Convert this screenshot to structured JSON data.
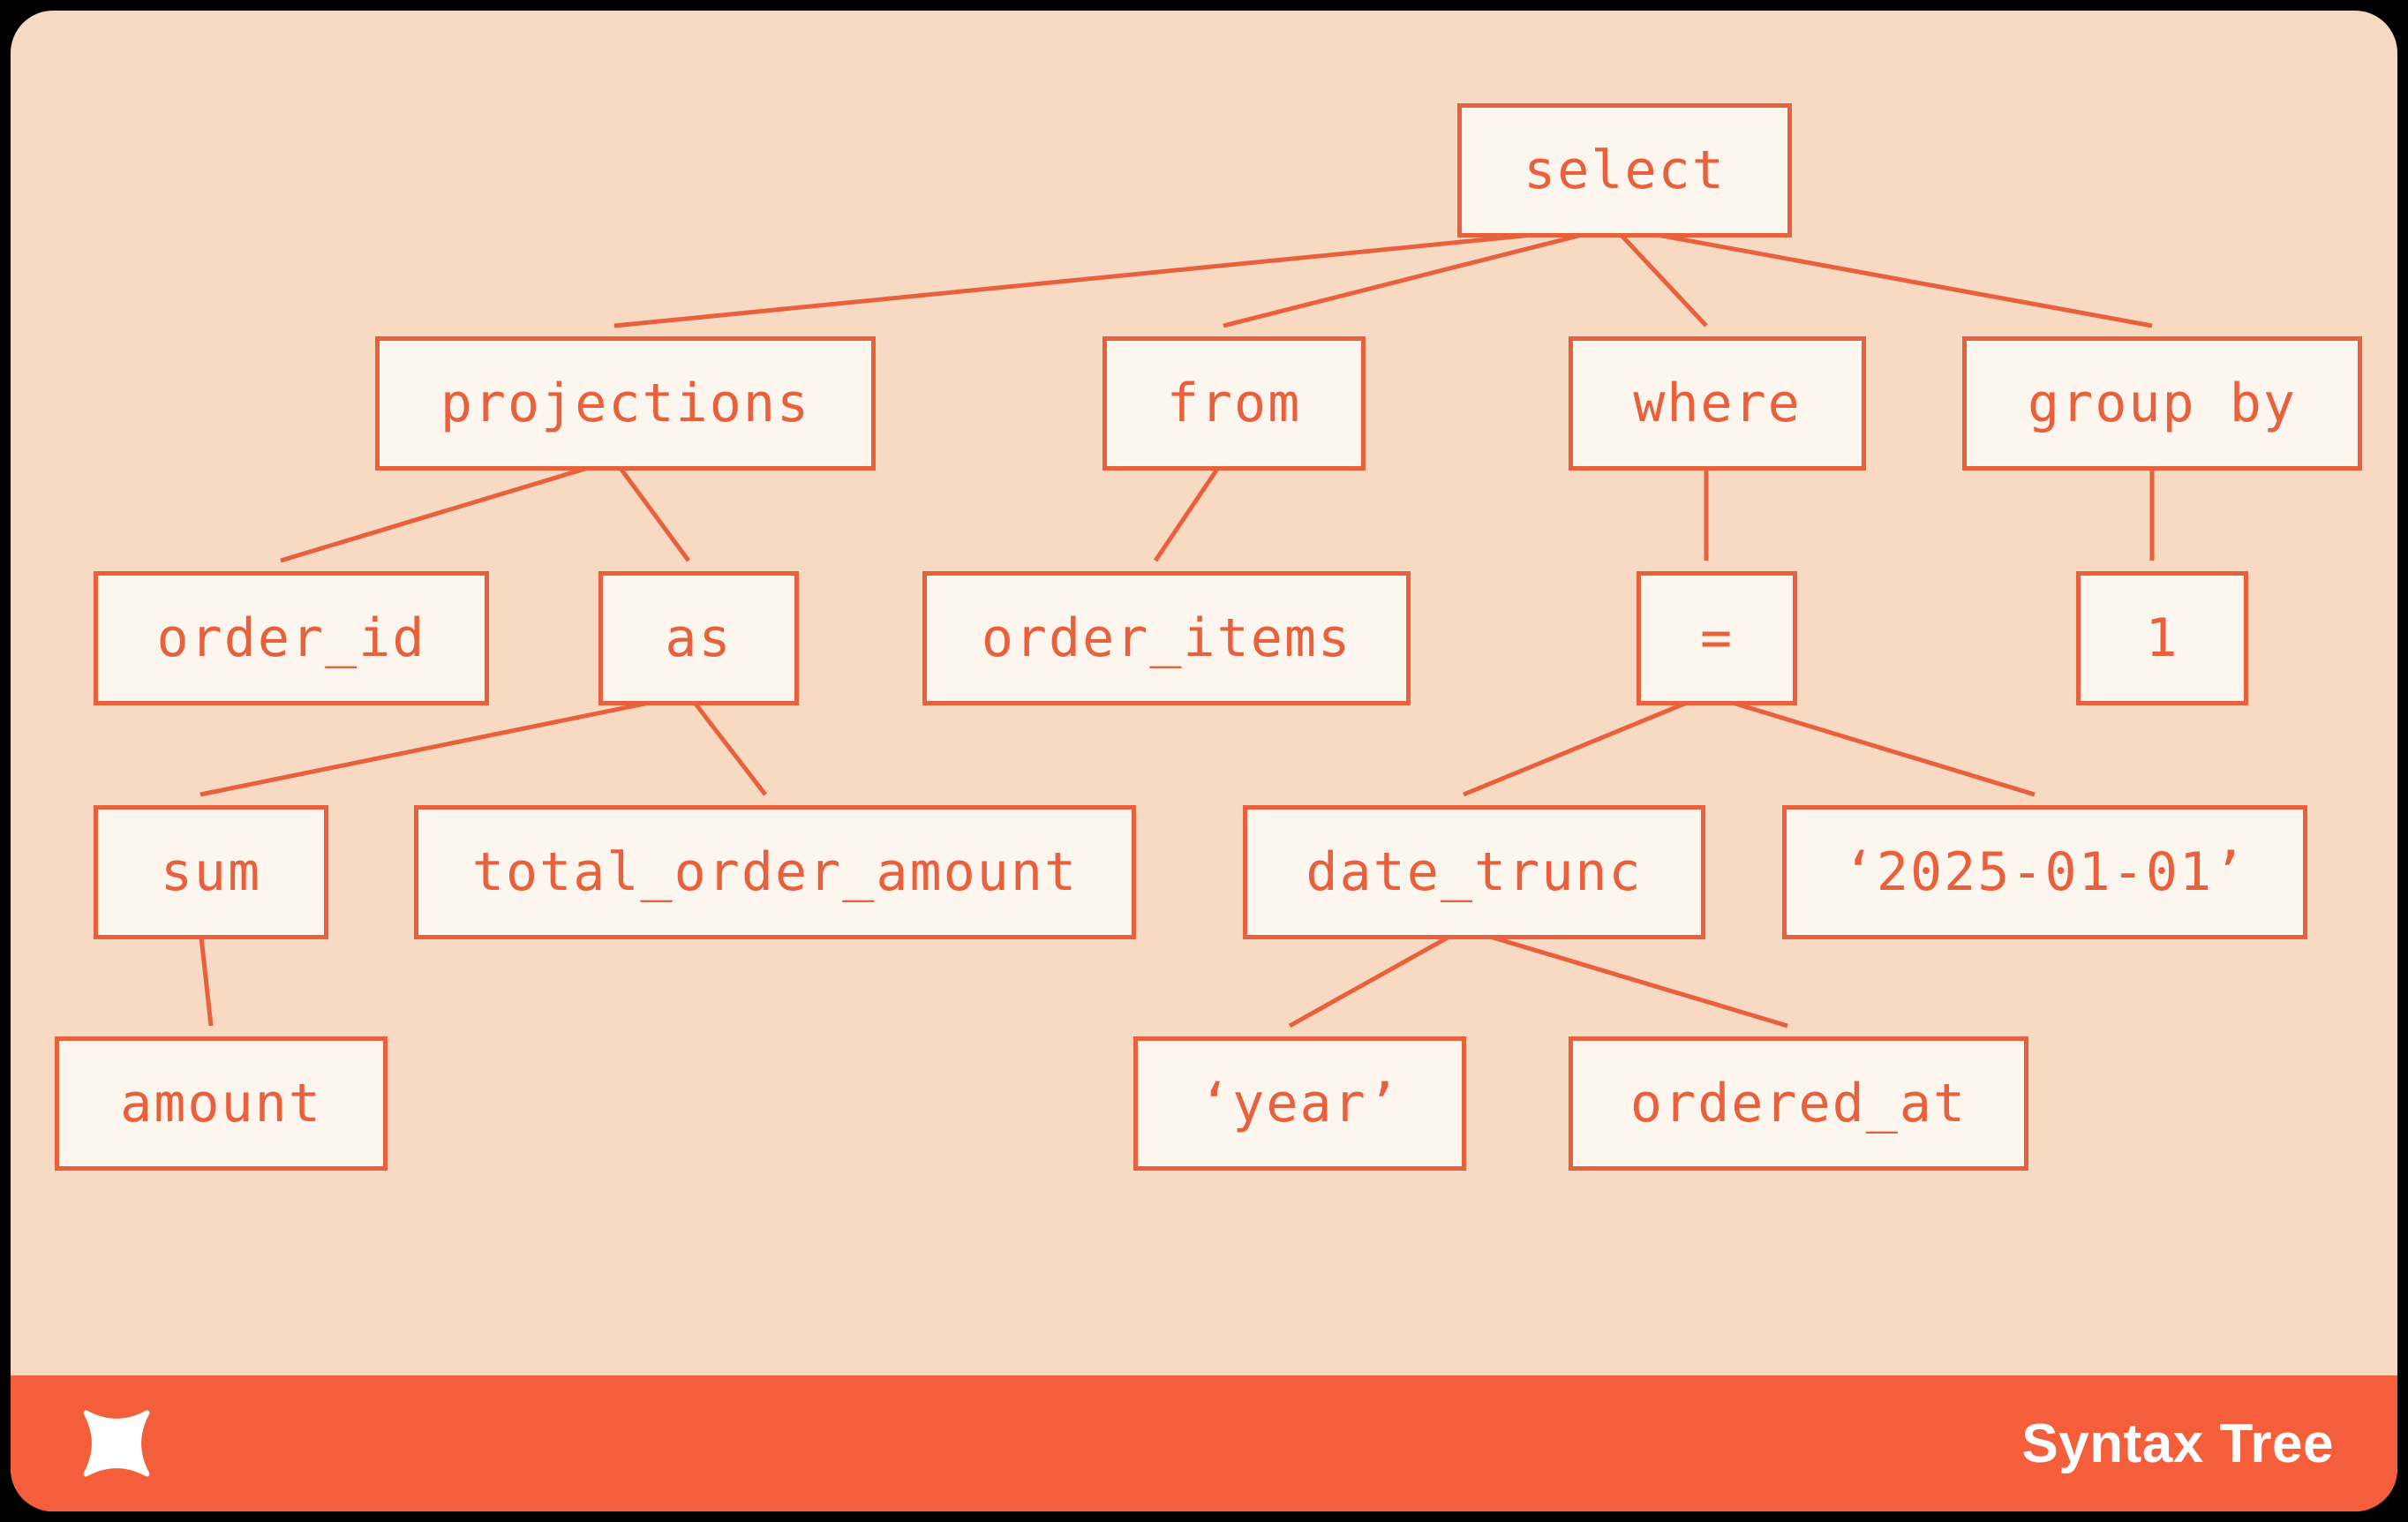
{
  "title": "Syntax Tree",
  "colors": {
    "outer_bg": "#000000",
    "card_bg": "#F8D9C1",
    "accent": "#E9603C",
    "node_bg": "#FCF6EF",
    "footer_bg": "#F55E3B",
    "footer_text": "#FFFFFF"
  },
  "footer": {
    "brand_label": "Syntax Tree",
    "logo_icon": "x-logo"
  },
  "tree": {
    "root": "select",
    "nodes": {
      "select": {
        "label": "select"
      },
      "projections": {
        "label": "projections"
      },
      "from": {
        "label": "from"
      },
      "where": {
        "label": "where"
      },
      "group_by": {
        "label": "group by"
      },
      "order_id": {
        "label": "order_id"
      },
      "as": {
        "label": "as"
      },
      "order_items": {
        "label": "order_items"
      },
      "eq": {
        "label": "="
      },
      "one": {
        "label": "1"
      },
      "sum": {
        "label": "sum"
      },
      "total_order_amount": {
        "label": "total_order_amount"
      },
      "date_trunc": {
        "label": "date_trunc"
      },
      "date_2025": {
        "label": "‘2025-01-01’"
      },
      "amount": {
        "label": "amount"
      },
      "year": {
        "label": "‘year’"
      },
      "ordered_at": {
        "label": "ordered_at"
      }
    },
    "edges": [
      [
        "select",
        "projections"
      ],
      [
        "select",
        "from"
      ],
      [
        "select",
        "where"
      ],
      [
        "select",
        "group_by"
      ],
      [
        "projections",
        "order_id"
      ],
      [
        "projections",
        "as"
      ],
      [
        "from",
        "order_items"
      ],
      [
        "where",
        "eq"
      ],
      [
        "group_by",
        "one"
      ],
      [
        "as",
        "sum"
      ],
      [
        "as",
        "total_order_amount"
      ],
      [
        "eq",
        "date_trunc"
      ],
      [
        "eq",
        "date_2025"
      ],
      [
        "sum",
        "amount"
      ],
      [
        "date_trunc",
        "year"
      ],
      [
        "date_trunc",
        "ordered_at"
      ]
    ]
  }
}
